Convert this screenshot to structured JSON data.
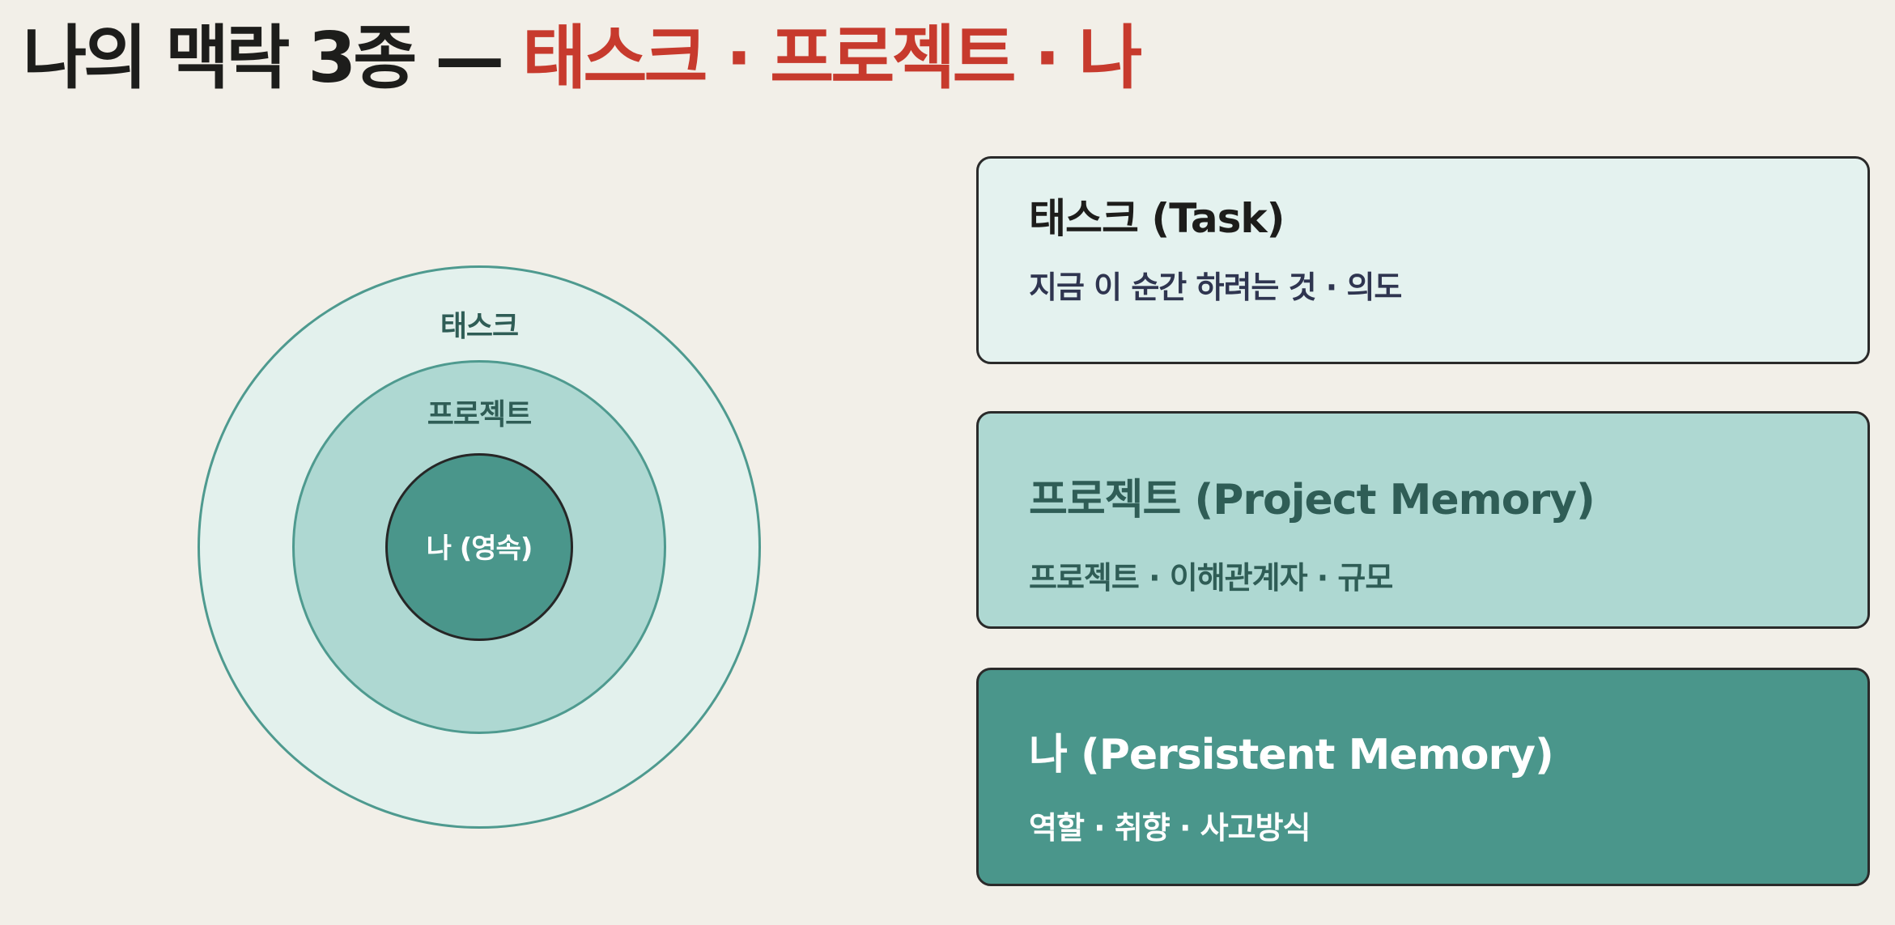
{
  "title": {
    "prefix": "나의 맥락 3종 — ",
    "accent": "태스크 · 프로젝트 · 나"
  },
  "colors": {
    "accent": "#c73a2d",
    "outer_ring": "#e3f1ed",
    "middle_ring": "#aed8d2",
    "inner_ring": "#4a968b",
    "ring_stroke": "#4e9a8f",
    "background": "#f2efe8"
  },
  "diagram": {
    "outer_label": "태스크",
    "middle_label": "프로젝트",
    "inner_label": "나 (영속)"
  },
  "cards": {
    "task": {
      "title": "태스크 (Task)",
      "desc": "지금 이 순간 하려는 것 · 의도"
    },
    "project": {
      "title": "프로젝트 (Project Memory)",
      "desc": "프로젝트 · 이해관계자 · 규모"
    },
    "me": {
      "title": "나 (Persistent Memory)",
      "desc": "역할 · 취향 · 사고방식"
    }
  }
}
